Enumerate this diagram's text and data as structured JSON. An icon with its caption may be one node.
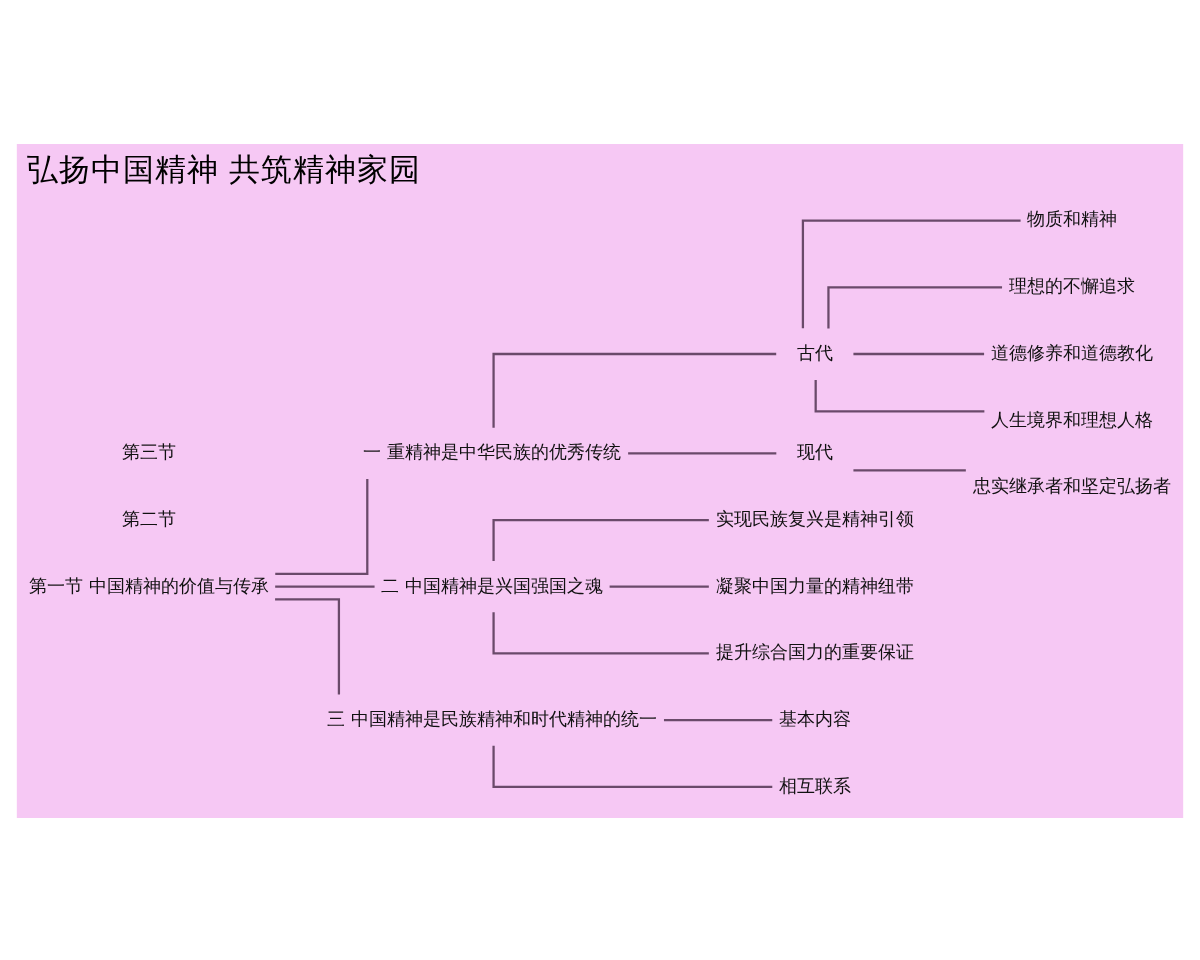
{
  "diagram": {
    "title": "弘扬中国精神 共筑精神家园",
    "nodes": [
      {
        "text": [
          "第一节 中国精神的价值与传承"
        ]
      },
      {
        "text": [
          "第二节"
        ]
      },
      {
        "text": [
          "第三节"
        ]
      },
      {
        "text": [
          "一 重精神是中华民族的优秀传统"
        ]
      },
      {
        "text": [
          "二 中国精神是兴国强国之魂"
        ]
      },
      {
        "text": [
          "三 中国精神是民族精神和时代精神的统一"
        ]
      },
      {
        "text": [
          "古代"
        ]
      },
      {
        "text": [
          "现代"
        ]
      },
      {
        "text": [
          "物质和精神"
        ]
      },
      {
        "text": [
          "理想的不懈追求"
        ]
      },
      {
        "text": [
          "道德修养和道德教化"
        ]
      },
      {
        "text": [
          "人生境界和理想人格"
        ]
      },
      {
        "text": [
          "忠实继承者和坚定弘扬者"
        ]
      },
      {
        "text": [
          "实现民族复兴是精神引领"
        ]
      },
      {
        "text": [
          "凝聚中国力量的精神纽带"
        ]
      },
      {
        "text": [
          "提升综合国力的重要保证"
        ]
      },
      {
        "text": [
          "基本内容"
        ]
      },
      {
        "text": [
          "相互联系"
        ]
      }
    ],
    "edges": [
      {
        "from": 0,
        "to": 3,
        "arrow": "none"
      },
      {
        "from": 0,
        "to": 4,
        "arrow": "none"
      },
      {
        "from": 0,
        "to": 5,
        "arrow": "none"
      },
      {
        "from": 3,
        "to": 6,
        "arrow": "none"
      },
      {
        "from": 3,
        "to": 7,
        "arrow": "none"
      },
      {
        "from": 6,
        "to": 8,
        "arrow": "none"
      },
      {
        "from": 6,
        "to": 9,
        "arrow": "none"
      },
      {
        "from": 6,
        "to": 10,
        "arrow": "none"
      },
      {
        "from": 6,
        "to": 11,
        "arrow": "none"
      },
      {
        "from": 7,
        "to": 12,
        "arrow": "none"
      },
      {
        "from": 4,
        "to": 13,
        "arrow": "none"
      },
      {
        "from": 4,
        "to": 14,
        "arrow": "none"
      },
      {
        "from": 4,
        "to": 15,
        "arrow": "none"
      },
      {
        "from": 5,
        "to": 16,
        "arrow": "none"
      },
      {
        "from": 5,
        "to": 17,
        "arrow": "none"
      }
    ]
  }
}
